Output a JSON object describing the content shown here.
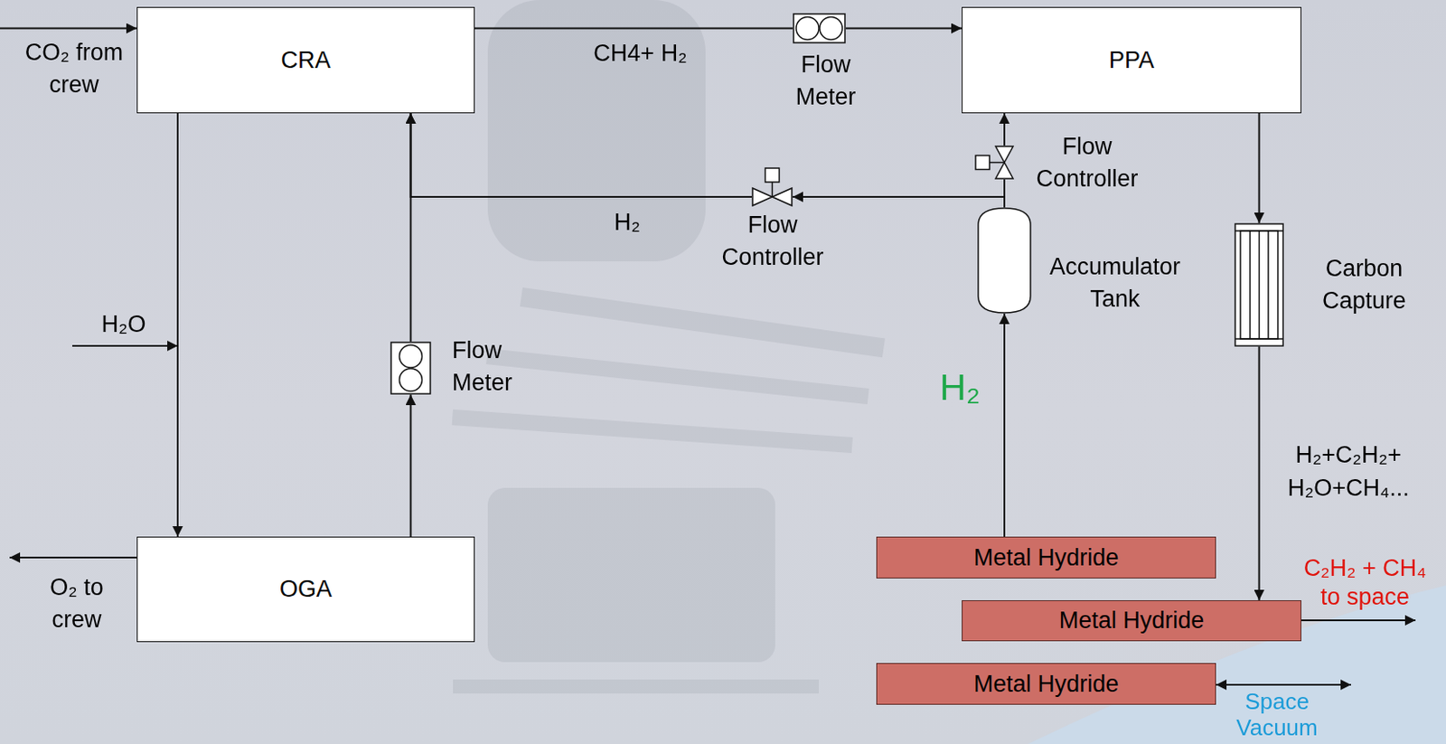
{
  "diagram": {
    "nodes": [
      {
        "text": [
          "CRA"
        ]
      },
      {
        "text": [
          "Flow Meter"
        ]
      },
      {
        "text": [
          "PPA"
        ]
      },
      {
        "text": [
          "Flow Controller"
        ]
      },
      {
        "text": [
          "Flow Controller"
        ]
      },
      {
        "text": [
          "Accumulator Tank"
        ]
      },
      {
        "text": [
          "Carbon Capture"
        ]
      },
      {
        "text": [
          "Flow Meter"
        ]
      },
      {
        "text": [
          "OGA"
        ]
      },
      {
        "text": [
          "Metal Hydride"
        ]
      },
      {
        "text": [
          "Metal Hydride"
        ]
      },
      {
        "text": [
          "Metal Hydride"
        ]
      }
    ],
    "edges": [
      {
        "from": 0,
        "to": 1,
        "arrow": "none",
        "label": "CH4+ H₂"
      },
      {
        "from": 1,
        "to": 2,
        "arrow": "to"
      },
      {
        "from": 5,
        "to": 3,
        "arrow": "none"
      },
      {
        "from": 3,
        "to": 2,
        "arrow": "to"
      },
      {
        "from": 5,
        "to": 4,
        "arrow": "to"
      },
      {
        "from": 4,
        "to": 0,
        "arrow": "to",
        "label": "H₂"
      },
      {
        "from": 8,
        "to": 7,
        "arrow": "to"
      },
      {
        "from": 7,
        "to": 0,
        "arrow": "to"
      },
      {
        "from": 0,
        "to": 8,
        "arrow": "to"
      },
      {
        "from": 9,
        "to": 5,
        "arrow": "to",
        "label": "H₂"
      },
      {
        "from": 2,
        "to": 6,
        "arrow": "to"
      },
      {
        "from": 6,
        "to": 10,
        "arrow": "to",
        "label": "H₂+C₂H₂+ H₂O+CH₄..."
      }
    ],
    "labels": [
      "CO₂ from crew",
      "H₂O",
      "O₂ to crew",
      "C₂H₂ + CH₄ to space",
      "Space Vacuum"
    ]
  }
}
